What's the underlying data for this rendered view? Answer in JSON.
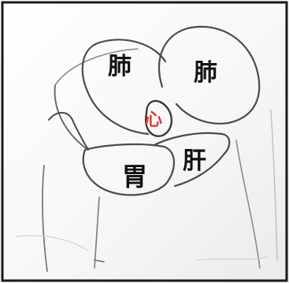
{
  "diagram": {
    "labels": {
      "lung_left": "肺",
      "lung_right": "肺",
      "heart": "心",
      "stomach": "胃",
      "liver": "肝"
    },
    "colors": {
      "background": "#ffffff",
      "frame": "#1a1a1a",
      "stroke": "#4a4a4a",
      "faint_stroke": "#9a9a9a",
      "label": "#111111",
      "heart_label": "#e53935"
    }
  }
}
